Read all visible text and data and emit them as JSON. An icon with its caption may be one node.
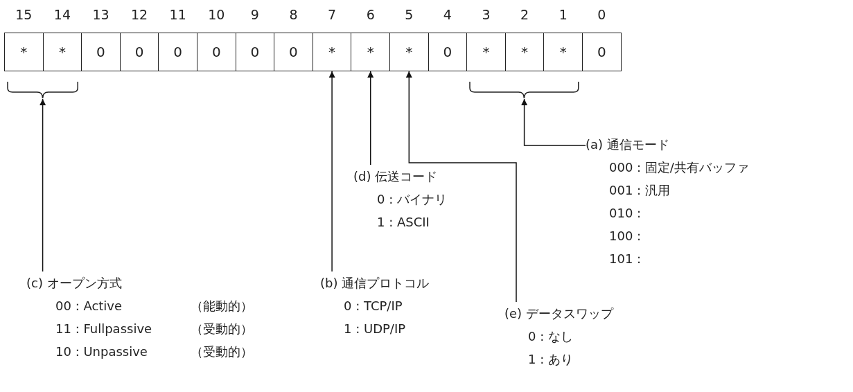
{
  "diagram": {
    "nodes": [
      {
        "text": [
          "*"
        ],
        "beside": [
          "15"
        ]
      },
      {
        "text": [
          "*"
        ],
        "beside": [
          "14"
        ]
      },
      {
        "text": [
          "0"
        ],
        "beside": [
          "13"
        ]
      },
      {
        "text": [
          "0"
        ],
        "beside": [
          "12"
        ]
      },
      {
        "text": [
          "0"
        ],
        "beside": [
          "11"
        ]
      },
      {
        "text": [
          "0"
        ],
        "beside": [
          "10"
        ]
      },
      {
        "text": [
          "0"
        ],
        "beside": [
          "9"
        ]
      },
      {
        "text": [
          "0"
        ],
        "beside": [
          "8"
        ]
      },
      {
        "text": [
          "*"
        ],
        "beside": [
          "7"
        ]
      },
      {
        "text": [
          "*"
        ],
        "beside": [
          "6"
        ]
      },
      {
        "text": [
          "*"
        ],
        "beside": [
          "5"
        ]
      },
      {
        "text": [
          "0"
        ],
        "beside": [
          "4"
        ]
      },
      {
        "text": [
          "*"
        ],
        "beside": [
          "3"
        ]
      },
      {
        "text": [
          "*"
        ],
        "beside": [
          "2"
        ]
      },
      {
        "text": [
          "*"
        ],
        "beside": [
          "1"
        ]
      },
      {
        "text": [
          "0"
        ],
        "beside": [
          "0"
        ]
      },
      {
        "text": [],
        "shape": "brace"
      },
      {
        "text": [],
        "shape": "brace"
      },
      {
        "text": [
          "(a) 通信モード",
          "000 : 固定/共有バッファ",
          "001 : 汎用",
          "010 :",
          "100 :",
          "101 :"
        ]
      },
      {
        "text": [
          "(d) 伝送コード",
          "0 : バイナリ",
          "1 : ASCII"
        ]
      },
      {
        "text": [
          "(c) オープン方式",
          "00 : Active",
          "（能動的）",
          "11 : Fullpassive",
          "（受動的）",
          "10 : Unpassive",
          "（受動的）"
        ]
      },
      {
        "text": [
          "(b) 通信プロトコル",
          "0 : TCP/IP",
          "1 : UDP/IP"
        ]
      },
      {
        "text": [
          "(e) データスワップ",
          "0 : なし",
          "1 : あり"
        ]
      }
    ],
    "edges": [
      {
        "from": 18,
        "to": 17,
        "arrow": "to"
      },
      {
        "from": 19,
        "to": 9,
        "arrow": "to"
      },
      {
        "from": 20,
        "to": 16,
        "arrow": "to"
      },
      {
        "from": 21,
        "to": 8,
        "arrow": "to"
      },
      {
        "from": 22,
        "to": 10,
        "arrow": "to"
      }
    ]
  }
}
